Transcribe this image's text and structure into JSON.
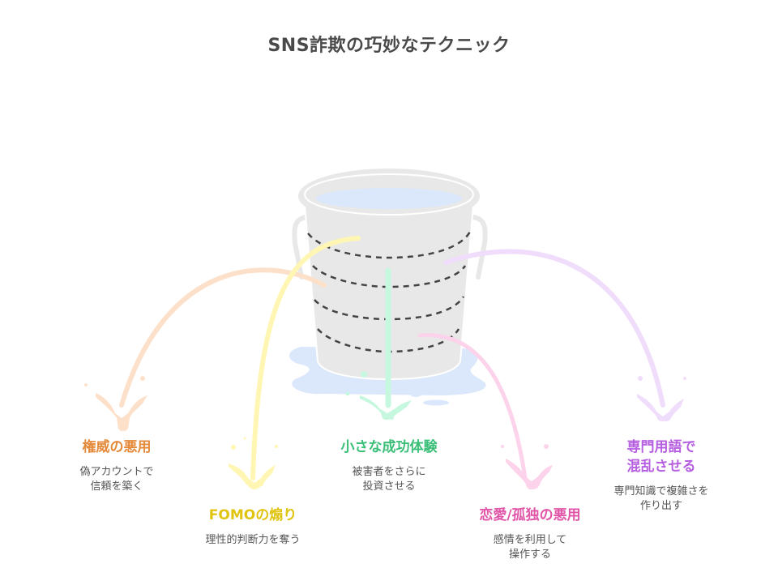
{
  "title": "SNS詐欺の巧妙なテクニック",
  "colors": {
    "bucket": "#e8e8e8",
    "water": "#dbe8fb",
    "dash": "#444444"
  },
  "items": [
    {
      "id": "authority",
      "heading": "権威の悪用",
      "description": "偽アカウントで\n信頼を築く",
      "color": "#e48a3a",
      "stream": "#fde0c9"
    },
    {
      "id": "fomo",
      "heading": "FOMOの煽り",
      "description": "理性的判断力を奪う",
      "color": "#e0c410",
      "stream": "#fff6b3"
    },
    {
      "id": "small-success",
      "heading": "小さな成功体験",
      "description": "被害者をさらに\n投資させる",
      "color": "#3bbf78",
      "stream": "#c6f7df"
    },
    {
      "id": "romance",
      "heading": "恋愛/孤独の悪用",
      "description": "感情を利用して\n操作する",
      "color": "#e055a8",
      "stream": "#fcd3ea"
    },
    {
      "id": "jargon",
      "heading": "専門用語で\n混乱させる",
      "description": "専門知識で複雑さを\n作り出す",
      "color": "#b65ee0",
      "stream": "#f0dcfb"
    }
  ]
}
